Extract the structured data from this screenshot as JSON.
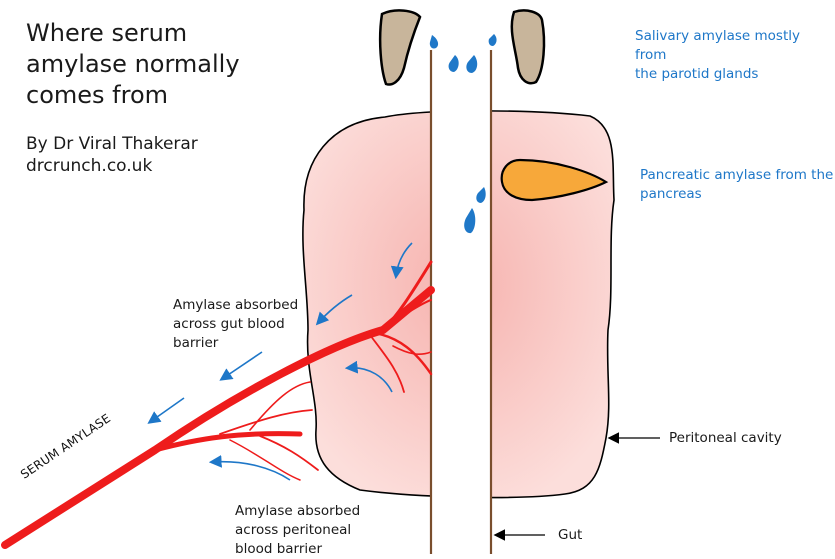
{
  "title": "Where serum\namylase normally\ncomes from",
  "author": "By Dr Viral Thakerar\ndrcrunch.co.uk",
  "labels": {
    "salivary": "Salivary amylase mostly from\nthe parotid glands",
    "pancreatic": "Pancreatic amylase from the\npancreas",
    "gut_absorption": "Amylase absorbed\nacross gut blood\nbarrier",
    "peritoneal_absorption": "Amylase absorbed\nacross peritoneal\nblood barrier",
    "peritoneal_cavity": "Peritoneal cavity",
    "gut": "Gut",
    "serum": "SERUM AMYLASE"
  },
  "colors": {
    "cavity_fill": "#f8c9c6",
    "vessel": "#ee1c1c",
    "droplet": "#1f78c8",
    "pancreas": "#f7a83a",
    "parotid": "#c8b59b",
    "gut_wall": "#7a4e2d",
    "annotation_blue": "#1e77c8"
  }
}
